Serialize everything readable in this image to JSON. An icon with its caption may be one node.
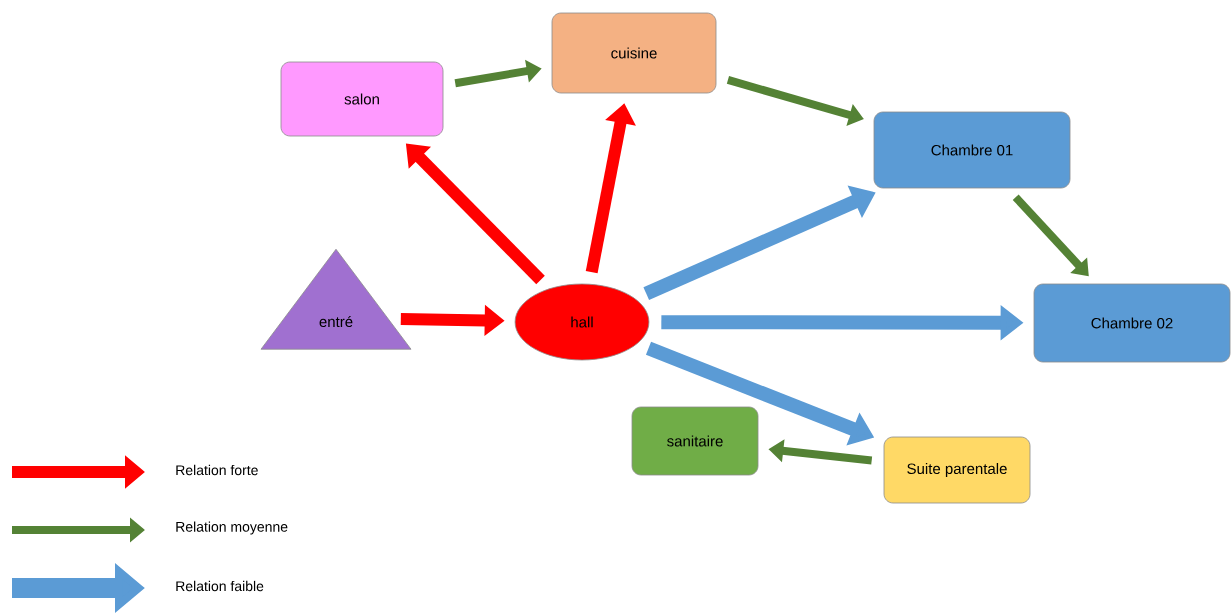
{
  "diagram": {
    "nodes": [
      {
        "text": [
          "salon"
        ]
      },
      {
        "text": [
          "cuisine"
        ]
      },
      {
        "text": [
          "Chambre 01"
        ]
      },
      {
        "text": [
          "entré"
        ]
      },
      {
        "text": [
          "hall"
        ]
      },
      {
        "text": [
          "Chambre 02"
        ]
      },
      {
        "text": [
          "sanitaire"
        ]
      },
      {
        "text": [
          "Suite parentale"
        ]
      }
    ],
    "edges": [
      {
        "from": 0,
        "to": 1,
        "arrow": "to",
        "color": "#548235"
      },
      {
        "from": 1,
        "to": 2,
        "arrow": "to",
        "color": "#548235"
      },
      {
        "from": 4,
        "to": 0,
        "arrow": "to",
        "color": "#ff0000"
      },
      {
        "from": 4,
        "to": 1,
        "arrow": "to",
        "color": "#ff0000"
      },
      {
        "from": 4,
        "to": 2,
        "arrow": "to",
        "color": "#5b9bd5"
      },
      {
        "from": 2,
        "to": 5,
        "arrow": "to",
        "color": "#548235"
      },
      {
        "from": 3,
        "to": 4,
        "arrow": "to",
        "color": "#ff0000"
      },
      {
        "from": 4,
        "to": 5,
        "arrow": "to",
        "color": "#5b9bd5"
      },
      {
        "from": 4,
        "to": 7,
        "arrow": "to",
        "color": "#5b9bd5"
      },
      {
        "from": 7,
        "to": 6,
        "arrow": "to",
        "color": "#548235"
      }
    ],
    "legend": [
      {
        "text": "Relation forte"
      },
      {
        "text": "Relation moyenne"
      },
      {
        "text": "Relation faible"
      }
    ]
  }
}
